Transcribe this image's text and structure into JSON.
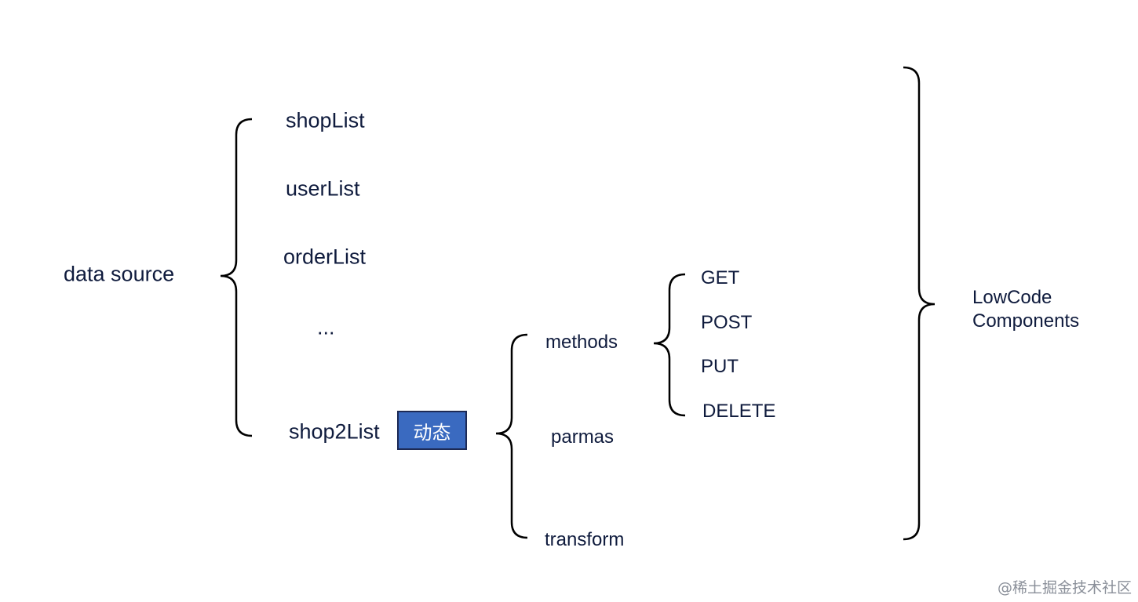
{
  "root": {
    "label": "data source"
  },
  "lists": [
    {
      "label": "shopList"
    },
    {
      "label": "userList"
    },
    {
      "label": "orderList"
    },
    {
      "label": "..."
    },
    {
      "label": "shop2List"
    }
  ],
  "dynamic_badge": {
    "label": "动态",
    "bg_color": "#3a6ac0",
    "text_color": "#ffffff"
  },
  "config": {
    "methods_label": "methods",
    "params_label": "parmas",
    "transform_label": "transform"
  },
  "http_methods": [
    {
      "label": "GET"
    },
    {
      "label": "POST"
    },
    {
      "label": "PUT"
    },
    {
      "label": "DELETE"
    }
  ],
  "target": {
    "line1": "LowCode",
    "line2": "Components"
  },
  "watermark": "@稀土掘金技术社区",
  "colors": {
    "text": "#0f1b3d",
    "brace": "#000000"
  }
}
